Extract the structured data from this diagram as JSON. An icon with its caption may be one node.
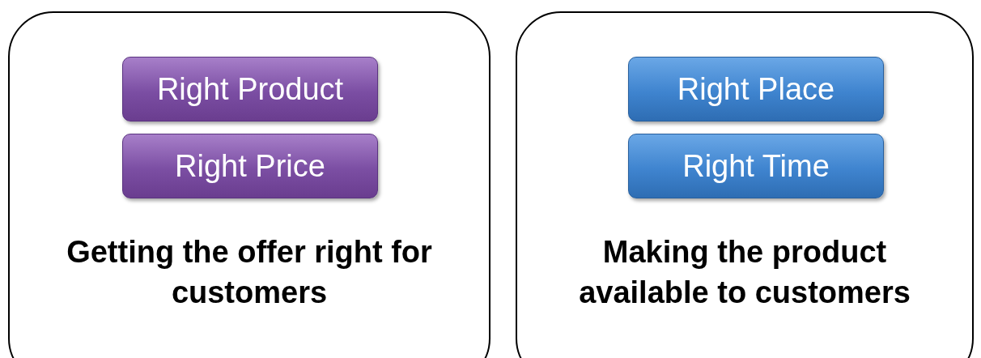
{
  "diagram": {
    "nodes": [
      {
        "text": [
          "Getting the offer right for customers"
        ]
      },
      {
        "text": [
          "Right Product"
        ],
        "in": 0
      },
      {
        "text": [
          "Right Price"
        ],
        "in": 0
      },
      {
        "text": [
          "Making the product available to customers"
        ]
      },
      {
        "text": [
          "Right Place"
        ],
        "in": 3
      },
      {
        "text": [
          "Right Time"
        ],
        "in": 3
      }
    ]
  }
}
